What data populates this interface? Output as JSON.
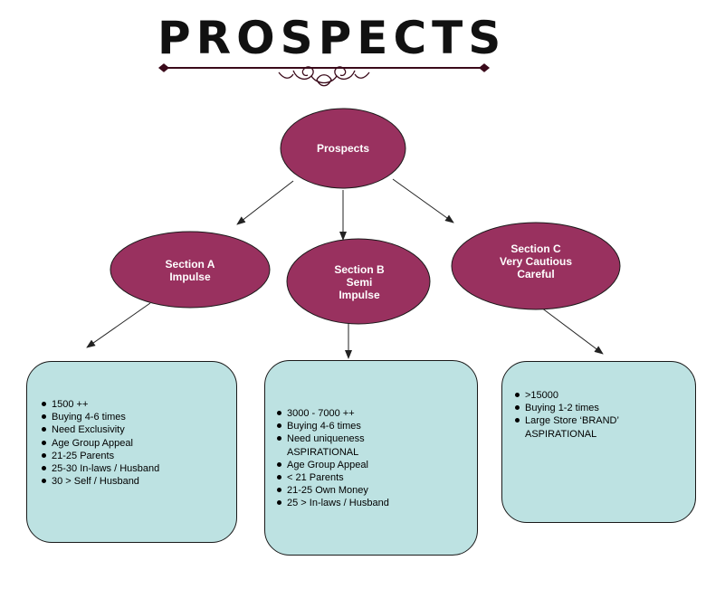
{
  "title": "PROSPECTS",
  "colors": {
    "node_fill": "#99315f",
    "box_fill": "#bde2e2",
    "arrow": "#222222",
    "ornament": "#3a0a1a"
  },
  "root": {
    "label": "Prospects"
  },
  "sections": [
    {
      "label_lines": [
        "Section A",
        "Impulse"
      ],
      "items": [
        "1500 ++",
        "Buying 4-6 times",
        "Need Exclusivity",
        "Age Group Appeal",
        "21-25 Parents",
        "25-30 In-laws / Husband",
        "30 > Self / Husband"
      ]
    },
    {
      "label_lines": [
        "Section B",
        "Semi",
        "Impulse"
      ],
      "items": [
        "3000 - 7000 ++",
        "Buying 4-6 times",
        "Need uniqueness",
        "ASPIRATIONAL",
        "Age Group Appeal",
        "< 21 Parents",
        "21-25 Own Money",
        "25 > In-laws / Husband"
      ]
    },
    {
      "label_lines": [
        "Section C",
        "Very Cautious",
        "Careful"
      ],
      "items": [
        ">15000",
        "Buying 1-2 times",
        "Large Store ‘BRAND’",
        "ASPIRATIONAL"
      ]
    }
  ]
}
